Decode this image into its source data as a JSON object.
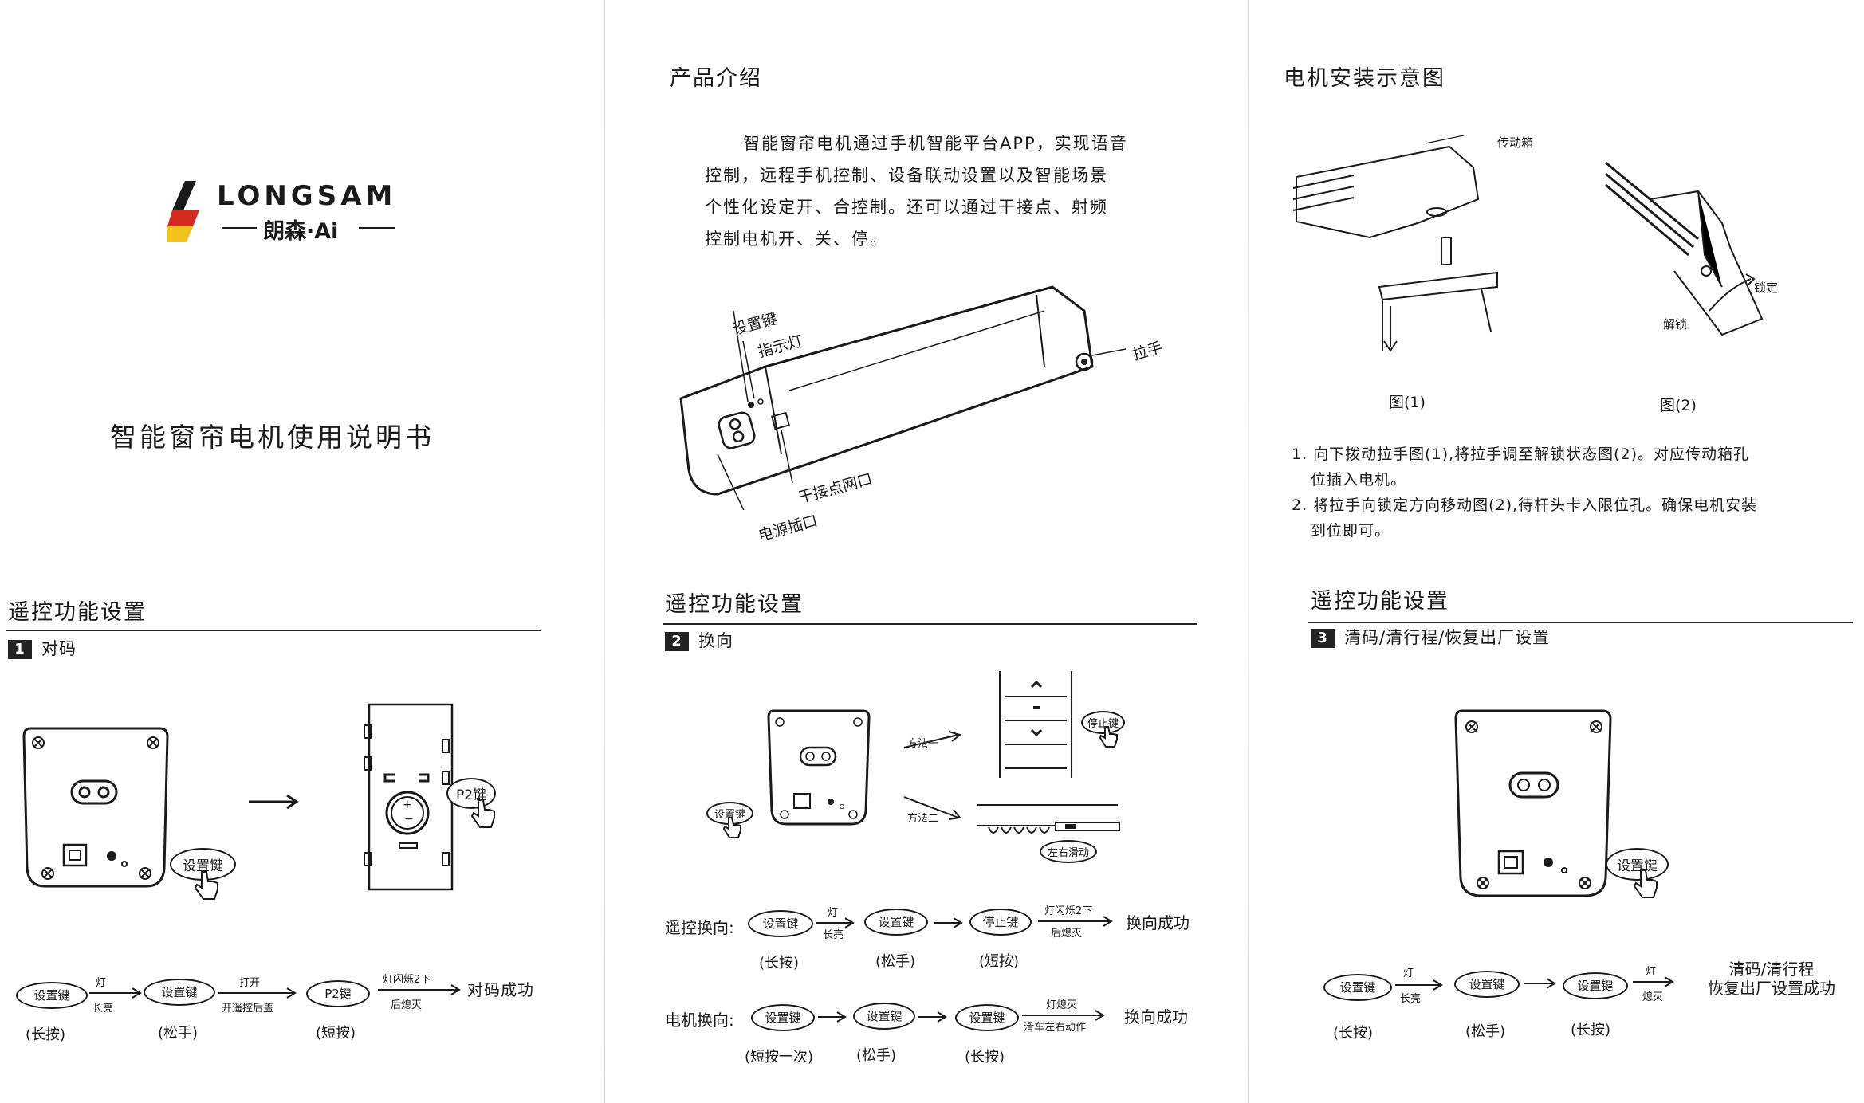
{
  "brand": {
    "name": "LONGSAM",
    "subtitle": "朗森·Ai",
    "colors": {
      "black": "#1a1a1a",
      "red": "#d42a1f",
      "yellow": "#f2c21b"
    }
  },
  "manual_title": "智能窗帘电机使用说明书",
  "intro": {
    "heading": "产品介绍",
    "lines": [
      "智能窗帘电机通过手机智能平台APP，实现语音",
      "控制，远程手机控制、设备联动设置以及智能场景",
      "个性化设定开、合控制。还可以通过干接点、射频",
      "控制电机开、关、停。"
    ]
  },
  "motor_labels": {
    "set_key": "设置键",
    "indicator": "指示灯",
    "handle": "拉手",
    "dry_contact": "干接点网口",
    "power": "电源插口"
  },
  "install": {
    "heading": "电机安装示意图",
    "transmission": "传动箱",
    "lock": "锁定",
    "unlock": "解锁",
    "fig1": "图(1)",
    "fig2": "图(2)",
    "steps": [
      "1. 向下拨动拉手图(1),将拉手调至解锁状态图(2)。对应传动箱孔",
      "位插入电机。",
      "2. 将拉手向锁定方向移动图(2),待杆头卡入限位孔。确保电机安装",
      "到位即可。"
    ]
  },
  "remote_heading": "遥控功能设置",
  "sec1": {
    "num": "1",
    "title": "对码",
    "set_key": "设置键",
    "p2_key": "P2键",
    "flow": [
      {
        "box": "设置键",
        "under": "(长按)",
        "a_top": "灯",
        "a_bot": "长亮"
      },
      {
        "box": "设置键",
        "under": "(松手)",
        "a_top": "打开",
        "a_bot": "开遥控后盖"
      },
      {
        "box": "P2键",
        "under": "(短按)",
        "a_top": "灯闪烁2下",
        "a_bot": "后熄灭"
      }
    ],
    "result": "对码成功"
  },
  "sec2": {
    "num": "2",
    "title": "换向",
    "set_key": "设置键",
    "method1": "方法一",
    "method2": "方法二",
    "stop_key": "停止键",
    "slide": "左右滑动",
    "remote_label": "遥控换向:",
    "remote_flow": [
      {
        "box": "设置键",
        "under": "(长按)",
        "a_top": "灯",
        "a_bot": "长亮"
      },
      {
        "box": "设置键",
        "under": "(松手)",
        "a_top": "",
        "a_bot": ""
      },
      {
        "box": "停止键",
        "under": "(短按)",
        "a_top": "灯闪烁2下",
        "a_bot": "后熄灭"
      }
    ],
    "remote_result": "换向成功",
    "motor_label": "电机换向:",
    "motor_flow": [
      {
        "box": "设置键",
        "under": "(短按一次)",
        "a_top": "",
        "a_bot": ""
      },
      {
        "box": "设置键",
        "under": "(松手)",
        "a_top": "",
        "a_bot": ""
      },
      {
        "box": "设置键",
        "under": "(长按)",
        "a_top": "灯熄灭",
        "a_bot": "滑车左右动作"
      }
    ],
    "motor_result": "换向成功"
  },
  "sec3": {
    "num": "3",
    "title": "清码/清行程/恢复出厂设置",
    "set_key": "设置键",
    "flow": [
      {
        "box": "设置键",
        "under": "(长按)",
        "a_top": "灯",
        "a_bot": "长亮"
      },
      {
        "box": "设置键",
        "under": "(松手)",
        "a_top": "",
        "a_bot": ""
      },
      {
        "box": "设置键",
        "under": "(长按)",
        "a_top": "灯",
        "a_bot": "熄灭"
      }
    ],
    "result_line1": "清码/清行程",
    "result_line2": "恢复出厂设置成功"
  }
}
